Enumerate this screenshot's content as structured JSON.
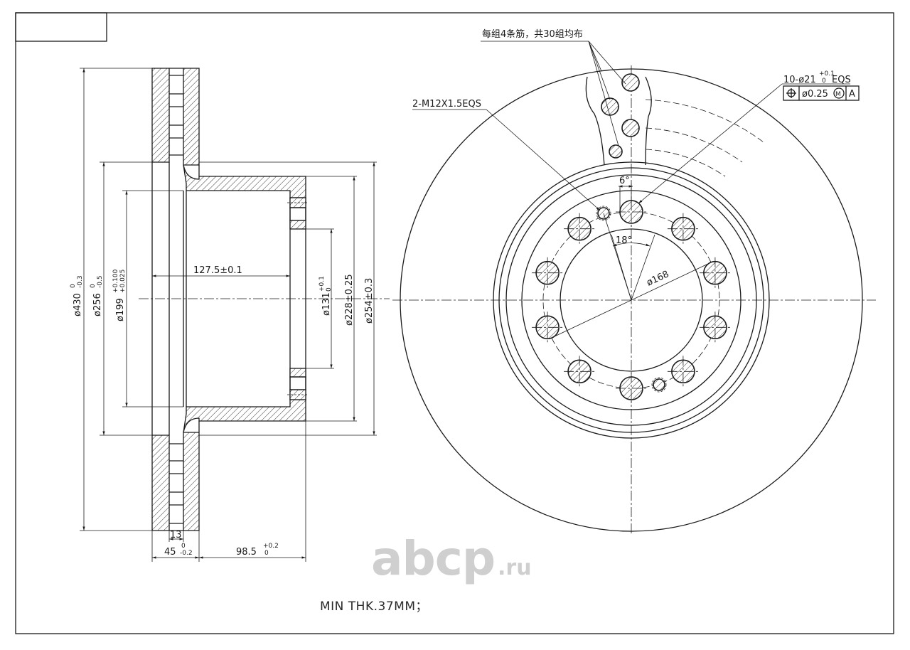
{
  "side_view": {
    "dims": {
      "d430": "ø430",
      "d430_tol_upper": "0",
      "d430_tol_lower": "-0.3",
      "d256": "ø256",
      "d256_tol_upper": "0",
      "d256_tol_lower": "-0.5",
      "d199": "ø199",
      "d199_tol_upper": "+0.100",
      "d199_tol_lower": "+0.025",
      "len127": "127.5±0.1",
      "d131": "ø131",
      "d131_tol_upper": "+0.1",
      "d131_tol_lower": "0",
      "d228": "ø228±0.25",
      "d254": "ø254±0.3",
      "w13": "13",
      "w45": "45",
      "w45_tol_upper": "0",
      "w45_tol_lower": "-0.2",
      "w98": "98.5",
      "w98_tol_upper": "+0.2",
      "w98_tol_lower": "0"
    }
  },
  "front_view": {
    "notes": {
      "ribs": "每组4条筋，共30组均布",
      "tapped_holes": "2-M12X1.5EQS",
      "bolt_holes": "10-ø21",
      "bolt_holes_tol_upper": "+0.1",
      "bolt_holes_tol_lower": "0",
      "bolt_holes_suffix": "EQS",
      "position_tolerance": "ø0.25",
      "material_modifier": "M",
      "datum": "A"
    },
    "dims": {
      "angle6": "6°",
      "angle18": "18°",
      "pcd": "ø168"
    }
  },
  "min_thickness": "MIN  THK.37MM；",
  "watermark": {
    "brand": "abcp",
    "tld": ".ru"
  }
}
